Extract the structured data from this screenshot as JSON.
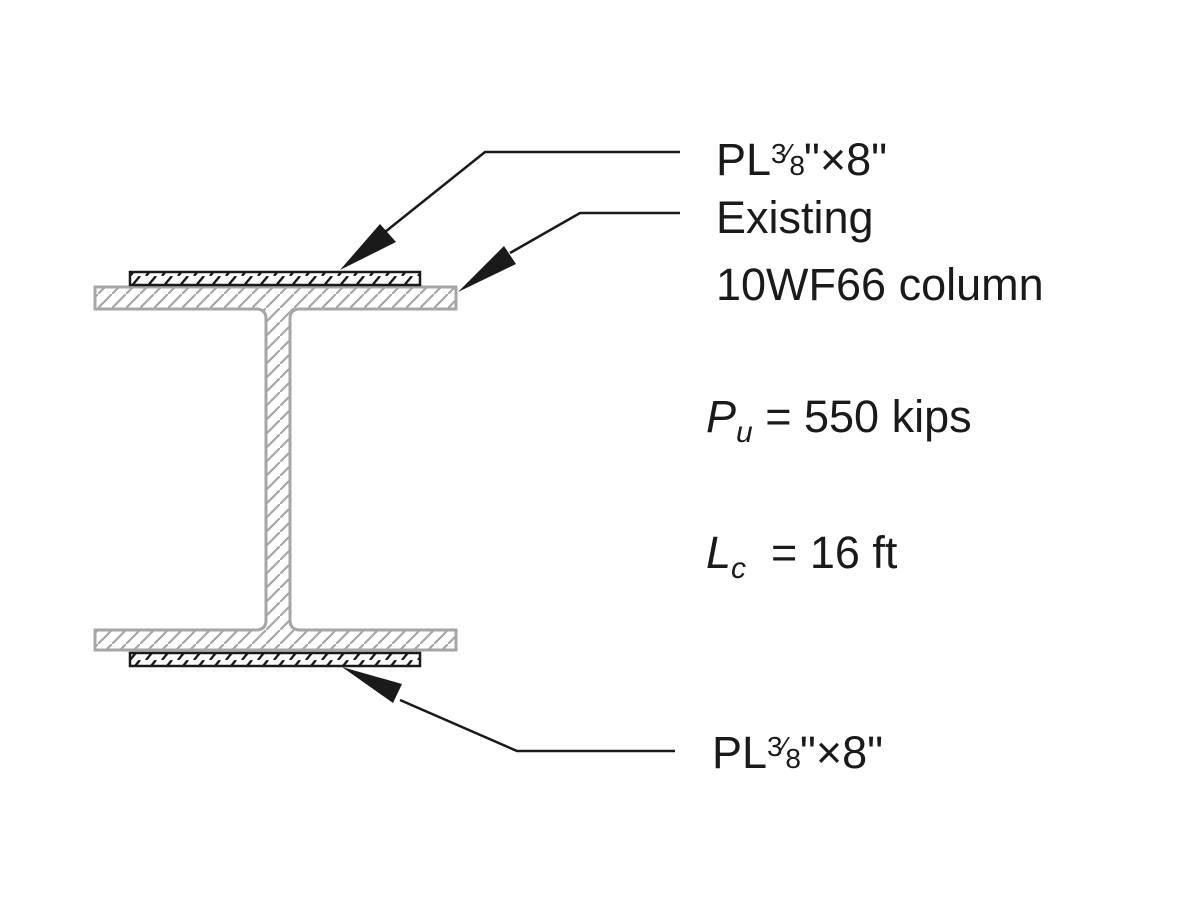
{
  "figure": {
    "type": "structural cross-section",
    "colors": {
      "existing_section": "#a6a6a6",
      "plates": "#1a1a1a",
      "leaders": "#1a1a1a",
      "text": "#1a1a1a"
    }
  },
  "labels": {
    "top_plate": {
      "prefix": "PL",
      "frac_num": "3",
      "frac_den": "8",
      "suffix": "\"×8\""
    },
    "existing_line1": "Existing",
    "existing_line2": "10WF66 column",
    "load": {
      "symbol": "P",
      "subscript": "u",
      "equals": "= 550 kips"
    },
    "length": {
      "symbol": "L",
      "subscript": "c",
      "equals": "= 16 ft"
    },
    "bottom_plate": {
      "prefix": "PL",
      "frac_num": "3",
      "frac_den": "8",
      "suffix": "\"×8\""
    }
  }
}
